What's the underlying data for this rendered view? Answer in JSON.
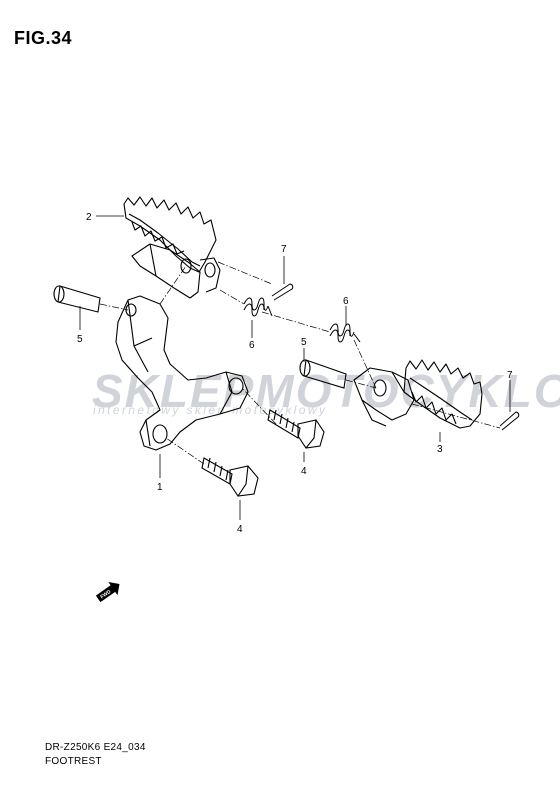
{
  "figure": {
    "title": "FIG.34",
    "code": "DR-Z250K6 E24_034",
    "name": "FOOTREST"
  },
  "callouts": [
    "1",
    "2",
    "3",
    "4",
    "4",
    "5",
    "5",
    "6",
    "6",
    "7",
    "7"
  ],
  "watermark": {
    "brand": "SKLEPMOTOCYKLOWY.PL",
    "tagline": "internetowy sklep motocyklowy",
    "colors": {
      "grey": "#c8ccd3",
      "red": "#f1a5a5"
    }
  },
  "fwd_marker": {
    "label": "FWD"
  }
}
